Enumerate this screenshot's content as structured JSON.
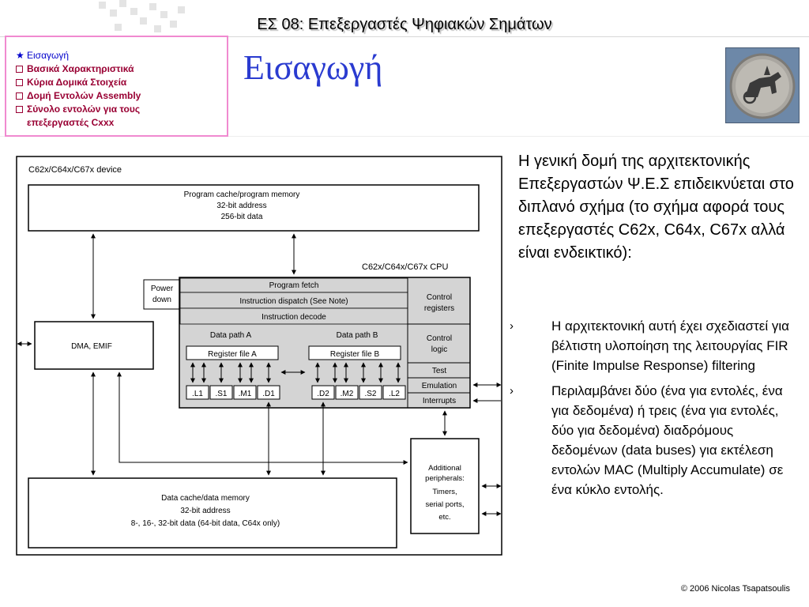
{
  "header": {
    "title": "ΕΣ 08: Επεξεργαστές Ψηφιακών Σημάτων"
  },
  "outline": {
    "items": [
      {
        "label": "Εισαγωγή",
        "current": true
      },
      {
        "label": "Βασικά Χαρακτηριστικά",
        "current": false
      },
      {
        "label": "Κύρια Δομικά Στοιχεία",
        "current": false
      },
      {
        "label": "Δομή Εντολών Assembly",
        "current": false
      },
      {
        "label": "Σύνολο εντολών για τους",
        "continuation": "επεξεργαστές Cxxx",
        "current": false
      }
    ],
    "current_marker": "★"
  },
  "page_title": "Εισαγωγή",
  "diagram": {
    "device_label": "C62x/C64x/C67x device",
    "program_memory": [
      "Program cache/program memory",
      "32-bit address",
      "256-bit data"
    ],
    "cpu_label": "C62x/C64x/C67x CPU",
    "power_down": [
      "Power",
      "down"
    ],
    "dma": "DMA, EMIF",
    "program_fetch": "Program fetch",
    "instruction_dispatch": "Instruction dispatch (See Note)",
    "instruction_decode": "Instruction decode",
    "control_registers": [
      "Control",
      "registers"
    ],
    "control_logic": [
      "Control",
      "logic"
    ],
    "test": "Test",
    "emulation": "Emulation",
    "interrupts": "Interrupts",
    "data_path_a": "Data path A",
    "data_path_b": "Data path B",
    "register_file_a": "Register file A",
    "register_file_b": "Register file B",
    "units_a": [
      ".L1",
      ".S1",
      ".M1",
      ".D1"
    ],
    "units_b": [
      ".D2",
      ".M2",
      ".S2",
      ".L2"
    ],
    "data_memory": [
      "Data cache/data memory",
      "32-bit address",
      "8-, 16-, 32-bit data (64-bit data, C64x only)"
    ],
    "peripherals": [
      "Additional",
      "peripherals:",
      "Timers,",
      "serial ports,",
      "etc."
    ]
  },
  "intro_text": "Η γενική δομή της αρχιτεκτονικής Επεξεργαστών Ψ.Ε.Σ επιδεικνύεται στο διπλανό σχήμα (το σχήμα αφορά τους επεξεργαστές C62x, C64x, C67x αλλά είναι ενδεικτικό):",
  "bullets": {
    "marker": "›",
    "items": [
      "Η αρχιτεκτονική αυτή έχει σχεδιαστεί για βέλτιστη υλοποίηση της λειτουργίας FIR (Finite Impulse Response) filtering",
      "Περιλαμβάνει δύο (ένα για εντολές, ένα για δεδομένα) ή τρεις (ένα για εντολές, δύο για δεδομένα) διαδρόμους δεδομένων (data buses) για εκτέλεση εντολών MAC (Multiply Accumulate) σε ένα κύκλο εντολής."
    ]
  },
  "copyright": "© 2006 Nicolas Tsapatsoulis",
  "colors": {
    "title_blue": "#2a3bd0",
    "nav_border": "#f08ad0",
    "nav_text": "#990033",
    "nav_current": "#0000cc",
    "cpu_fill": "#d4d4d4"
  }
}
